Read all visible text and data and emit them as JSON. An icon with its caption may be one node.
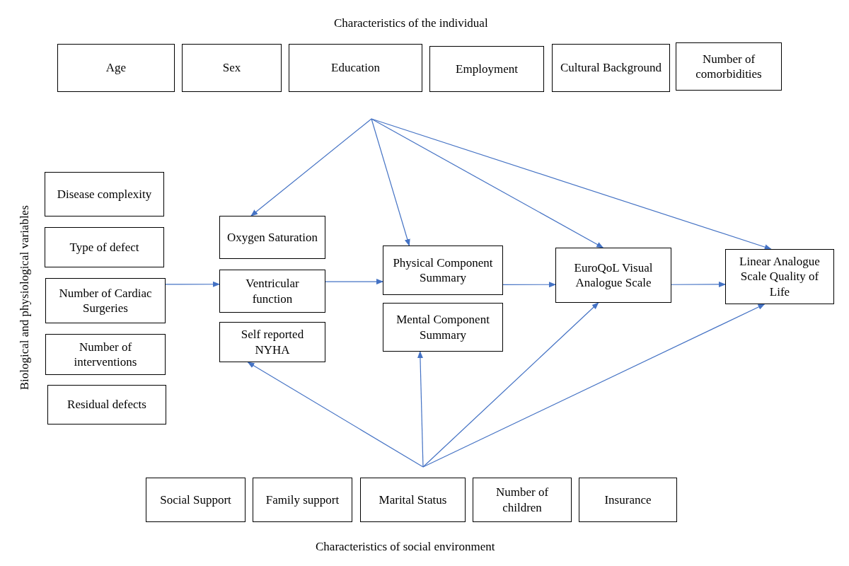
{
  "diagram": {
    "nodes": [
      {
        "text": [
          "Age"
        ]
      },
      {
        "text": [
          "Sex"
        ]
      },
      {
        "text": [
          "Education"
        ]
      },
      {
        "text": [
          "Employment"
        ]
      },
      {
        "text": [
          "Cultural Background"
        ]
      },
      {
        "text": [
          "Number of comorbidities"
        ]
      },
      {
        "text": [
          "Disease complexity"
        ]
      },
      {
        "text": [
          "Type of defect"
        ]
      },
      {
        "text": [
          "Number of Cardiac Surgeries"
        ]
      },
      {
        "text": [
          "Number of interventions"
        ]
      },
      {
        "text": [
          "Residual defects"
        ]
      },
      {
        "text": [
          "Oxygen Saturation"
        ]
      },
      {
        "text": [
          "Ventricular function"
        ]
      },
      {
        "text": [
          "Self reported NYHA"
        ]
      },
      {
        "text": [
          "Physical Component Summary"
        ]
      },
      {
        "text": [
          "Mental Component Summary"
        ]
      },
      {
        "text": [
          "EuroQoL Visual Analogue Scale"
        ]
      },
      {
        "text": [
          "Linear Analogue Scale Quality of Life"
        ]
      },
      {
        "text": [
          "Social Support"
        ]
      },
      {
        "text": [
          "Family support"
        ]
      },
      {
        "text": [
          "Marital Status"
        ]
      },
      {
        "text": [
          "Number of children"
        ]
      },
      {
        "text": [
          "Insurance"
        ]
      }
    ],
    "edges": [
      {
        "from": null,
        "to": 11,
        "arrow": "to"
      },
      {
        "from": null,
        "to": 14,
        "arrow": "to"
      },
      {
        "from": null,
        "to": 16,
        "arrow": "to"
      },
      {
        "from": null,
        "to": 17,
        "arrow": "to"
      },
      {
        "from": 8,
        "to": 12,
        "arrow": "to"
      },
      {
        "from": 12,
        "to": 14,
        "arrow": "to"
      },
      {
        "from": 14,
        "to": 16,
        "arrow": "to"
      },
      {
        "from": 16,
        "to": 17,
        "arrow": "to"
      },
      {
        "from": null,
        "to": 13,
        "arrow": "to"
      },
      {
        "from": null,
        "to": 15,
        "arrow": "to"
      },
      {
        "from": null,
        "to": 16,
        "arrow": "to"
      },
      {
        "from": null,
        "to": 17,
        "arrow": "to"
      }
    ],
    "labels": [
      "Characteristics of the individual",
      "Biological and physiological variables",
      "Characteristics of social environment"
    ]
  }
}
